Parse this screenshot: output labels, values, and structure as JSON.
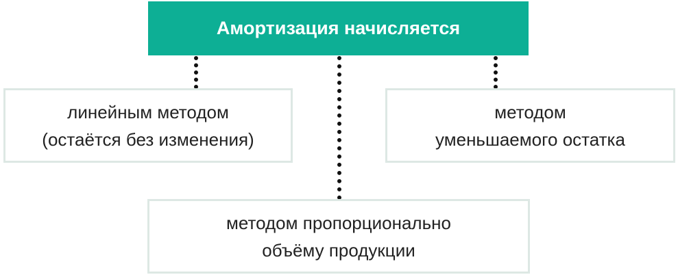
{
  "header": {
    "title": "Амортизация начисляется",
    "color": "#0daf95"
  },
  "boxes": {
    "linear": {
      "line1": "линейным методом",
      "line2": "(остаётся без изменения)"
    },
    "declining": {
      "line1": "методом",
      "line2": "уменьшаемого остатка"
    },
    "production": {
      "line1": "методом пропорционально",
      "line2": "объёму продукции"
    }
  }
}
